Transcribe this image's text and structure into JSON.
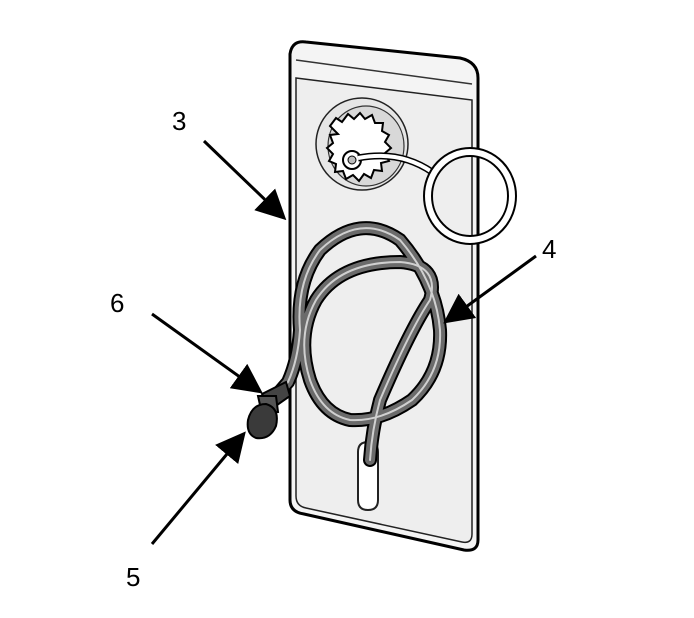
{
  "diagram": {
    "callouts": [
      {
        "id": "c3",
        "label": "3"
      },
      {
        "id": "c4",
        "label": "4"
      },
      {
        "id": "c5",
        "label": "5"
      },
      {
        "id": "c6",
        "label": "6"
      }
    ]
  },
  "colors": {
    "outline": "#000000",
    "panel_fill": "#f2f2f2",
    "panel_inner": "#ececec",
    "hose": "#666666",
    "hose_highlight": "#cfcfcf",
    "ring": "#ffffff"
  }
}
